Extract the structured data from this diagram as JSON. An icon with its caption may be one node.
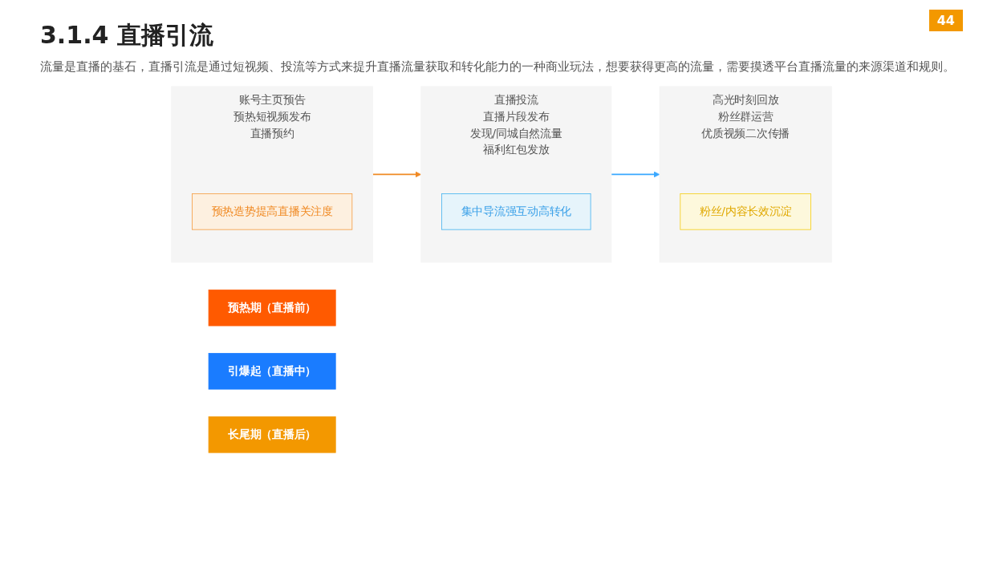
{
  "diagram": {
    "title": "3.1.4 直播引流",
    "nodes": [
      {
        "text": [
          "预热期（直播前）"
        ]
      },
      {
        "text": [
          "账号主页预告",
          "预热短视频发布",
          "直播预约"
        ]
      },
      {
        "text": [
          "预热造势提高直播关注度"
        ],
        "in": 1
      },
      {
        "text": [
          "引爆起（直播中）"
        ]
      },
      {
        "text": [
          "直播投流",
          "直播片段发布",
          "发现/同城自然流量",
          "福利红包发放"
        ]
      },
      {
        "text": [
          "集中导流强互动高转化"
        ],
        "in": 4
      },
      {
        "text": [
          "长尾期（直播后）"
        ]
      },
      {
        "text": [
          "高光时刻回放",
          "粉丝群运营",
          "优质视频二次传播"
        ]
      },
      {
        "text": [
          "粉丝/内容长效沉淀"
        ],
        "in": 7
      }
    ],
    "edges": [
      {
        "from": 1,
        "to": 4,
        "arrow": "to",
        "color": "#f08a24"
      },
      {
        "from": 4,
        "to": 7,
        "arrow": "to",
        "color": "#3aa8ff"
      }
    ],
    "labels": [
      "44",
      "流量是直播的基石，直播引流是通过短视频、投流等方式来提升直播流量获取和转化能力的一种商业玩法，想要获得更高的流量，需要摸透平台直播流量的来源渠道和规则。"
    ]
  }
}
